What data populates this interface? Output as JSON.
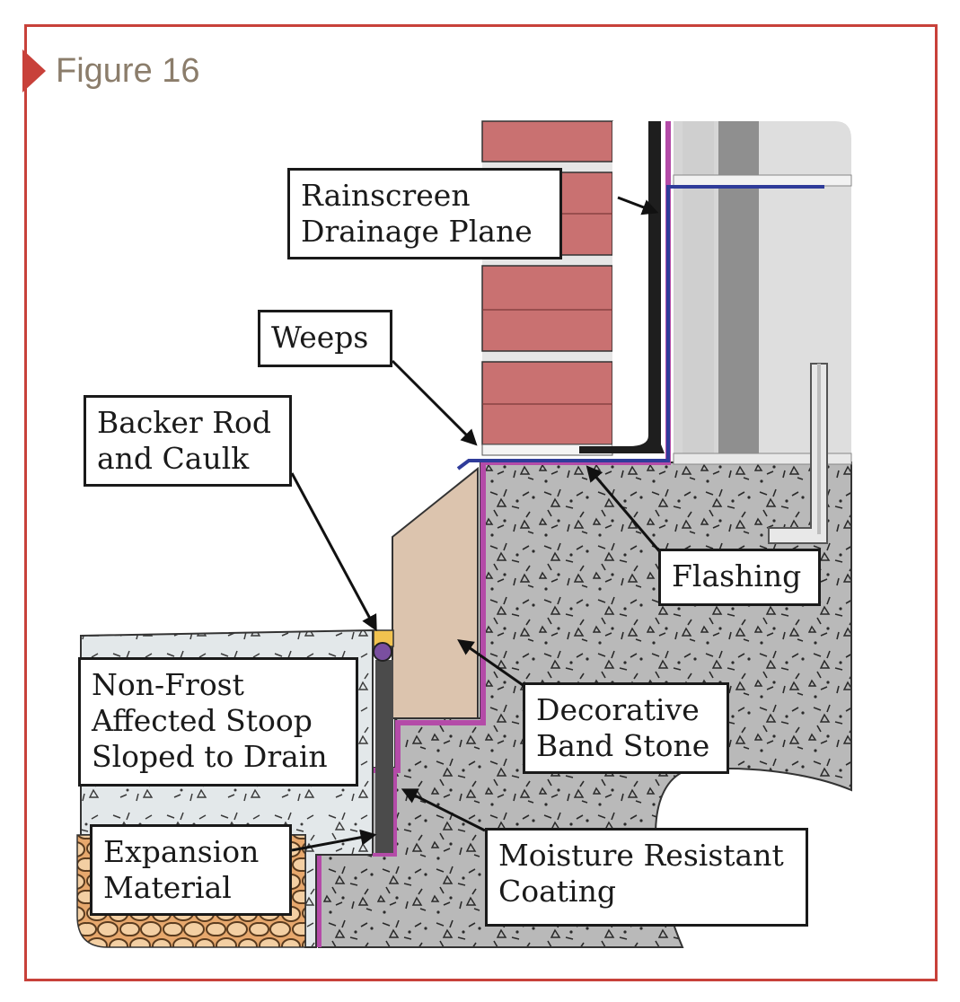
{
  "figure": {
    "title": "Figure 16"
  },
  "labels": {
    "rainscreen": [
      "Rainscreen",
      "Drainage Plane"
    ],
    "weeps": [
      "Weeps"
    ],
    "backer_rod": [
      "Backer Rod",
      "and Caulk"
    ],
    "flashing": [
      "Flashing"
    ],
    "non_frost": [
      "Non-Frost",
      "Affected Stoop",
      "Sloped to Drain"
    ],
    "decorative": [
      "Decorative",
      "Band Stone"
    ],
    "expansion": [
      "Expansion",
      "Material"
    ],
    "moisture": [
      "Moisture Resistant",
      "Coating"
    ]
  },
  "colors": {
    "accent": "#c8413a",
    "brick": "#c97171",
    "mortar": "#e6e6e6",
    "concrete": "#b9b9b9",
    "band_stone": "#dcc4ae",
    "coating": "#b44ba8",
    "flashing": "#2f3c9a",
    "gravel": "#f0c99a"
  }
}
